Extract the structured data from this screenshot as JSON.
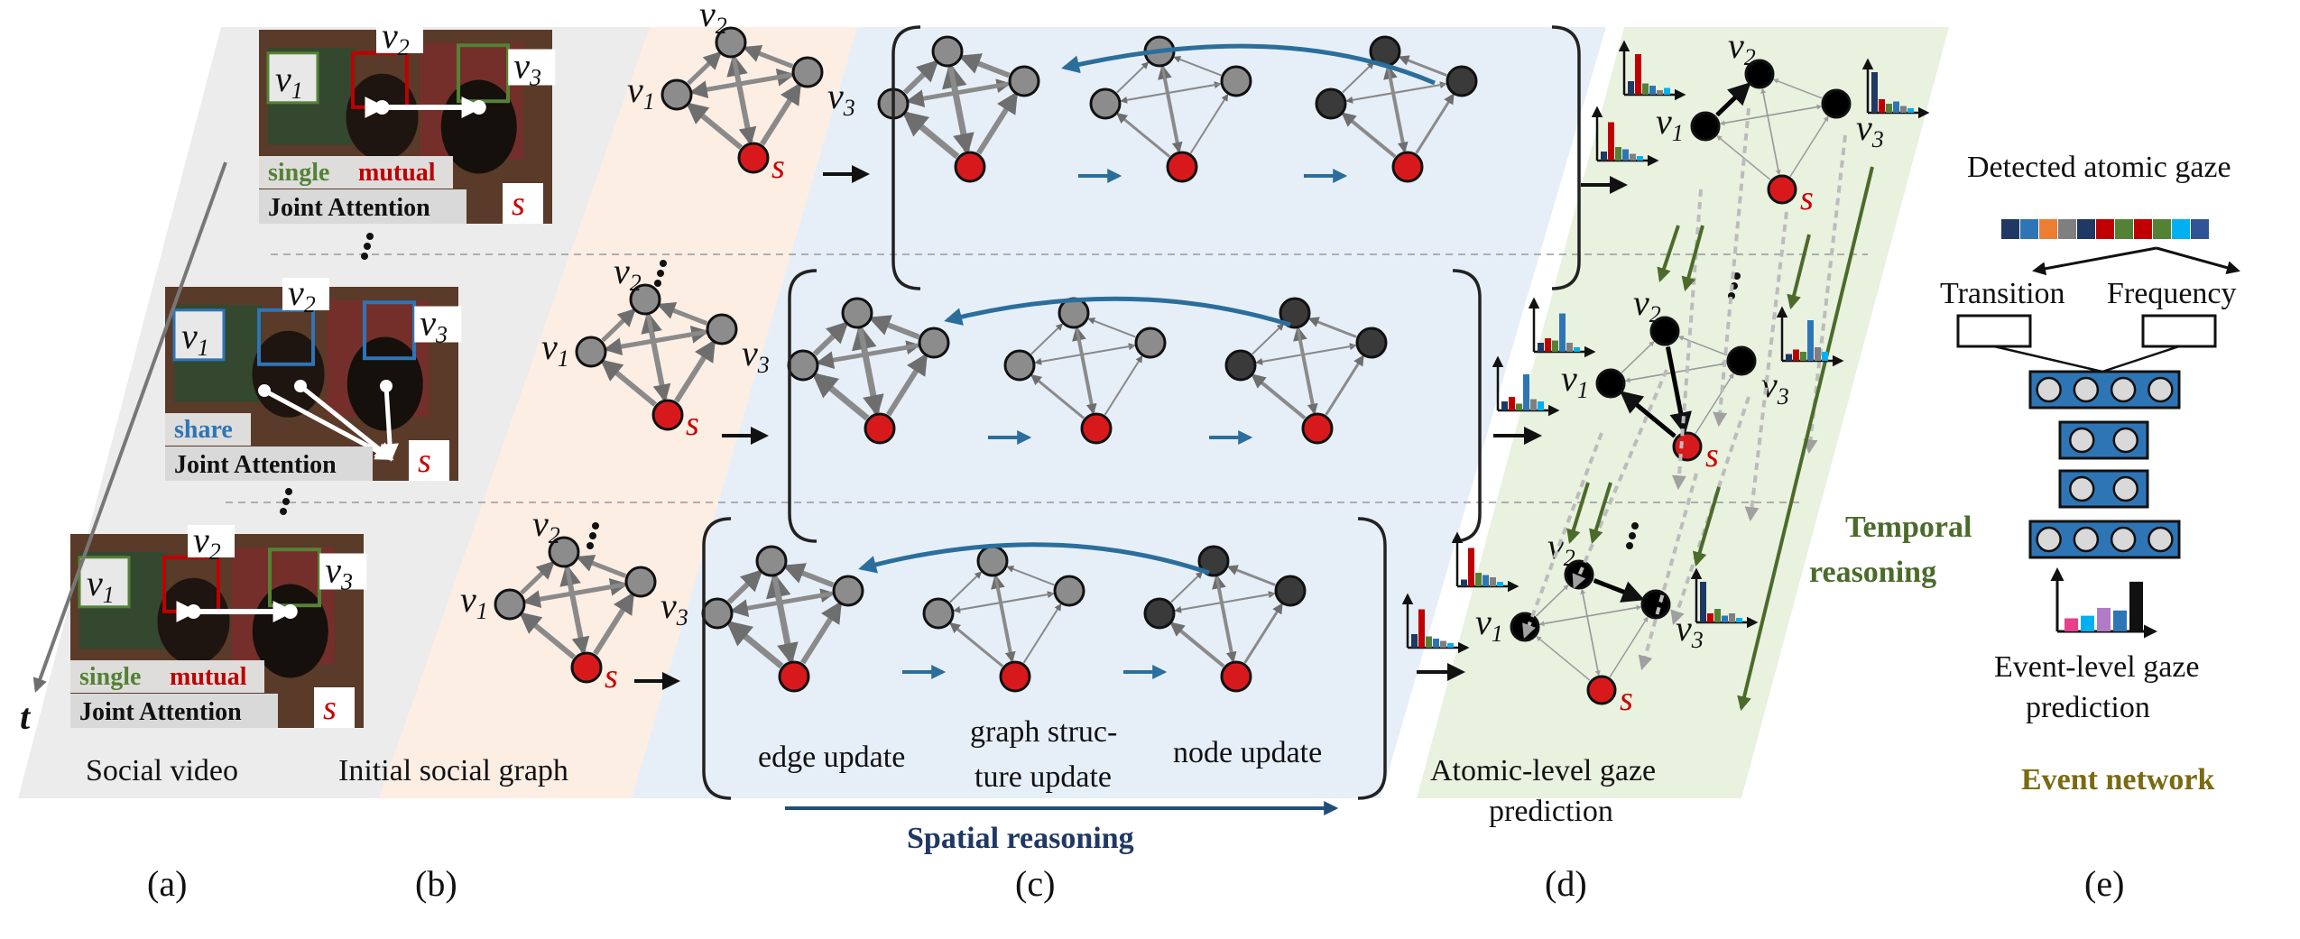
{
  "colors": {
    "red_node": "#d7191c",
    "gray_node": "#8c8c8c",
    "dark_node": "#3a3a3a",
    "black_node": "#000000",
    "blue_arrow": "#2c6e9b",
    "dark_blue_arrow": "#1f4e79",
    "green_arrow": "#4b6b2a",
    "spatial_text": "#1f3864",
    "temporal_text": "#4b6b2a",
    "event_text": "#7a6a10"
  },
  "node_labels": {
    "v1": "v",
    "v2": "v",
    "v3": "v",
    "s": "s",
    "sub1": "1",
    "sub2": "2",
    "sub3": "3"
  },
  "time_axis": "t",
  "panel_a": {
    "caption": "Social video",
    "frames": [
      {
        "tag_left": "single",
        "tag_right": "mutual",
        "joint": "Joint Attention"
      },
      {
        "tag_left": "share",
        "tag_right": "",
        "joint": "Joint Attention"
      },
      {
        "tag_left": "single",
        "tag_right": "mutual",
        "joint": "Joint Attention"
      }
    ]
  },
  "panel_b": {
    "caption": "Initial social graph"
  },
  "panel_c": {
    "steps": [
      "edge update",
      "graph struc-",
      "ture update",
      "node update"
    ],
    "spatial": "Spatial reasoning"
  },
  "panel_d": {
    "caption_1": "Atomic-level gaze",
    "caption_2": "prediction",
    "temporal_1": "Temporal",
    "temporal_2": "reasoning"
  },
  "panel_e": {
    "detected": "Detected atomic gaze",
    "transition": "Transition",
    "frequency": "Frequency",
    "event_1": "Event-level gaze",
    "event_2": "prediction",
    "network": "Event network",
    "sequence_colors": [
      "#1f3864",
      "#2e75b6",
      "#ed7d31",
      "#7f7f7f",
      "#1f3864",
      "#c00000",
      "#548235",
      "#c00000",
      "#548235",
      "#00b0f0",
      "#305496"
    ]
  },
  "letters": [
    "(a)",
    "(b)",
    "(c)",
    "(d)",
    "(e)"
  ]
}
